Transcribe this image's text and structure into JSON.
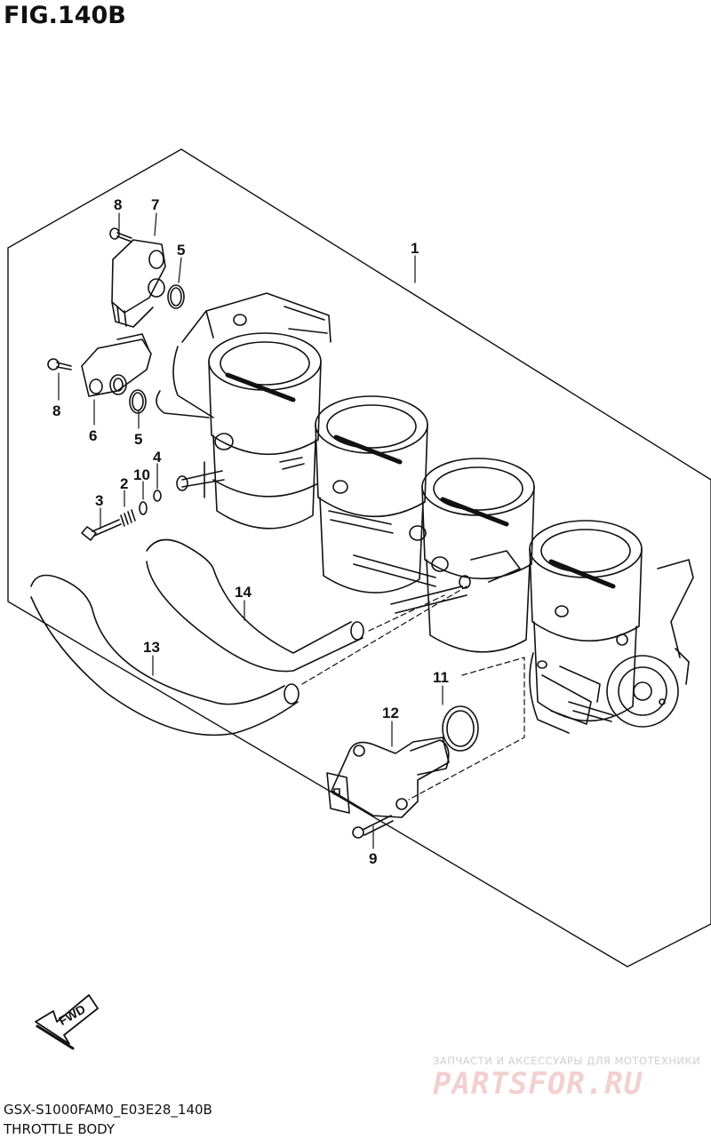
{
  "figure": {
    "title": "FIG.140B"
  },
  "callouts": {
    "c1": "1",
    "c2": "2",
    "c3": "3",
    "c4": "4",
    "c5a": "5",
    "c5b": "5",
    "c6": "6",
    "c7": "7",
    "c8a": "8",
    "c8b": "8",
    "c9": "9",
    "c10": "10",
    "c11": "11",
    "c12": "12",
    "c13": "13",
    "c14": "14"
  },
  "fwd_arrow": {
    "label": "FWD"
  },
  "footer": {
    "code": "GSX-S1000FAM0_E03E28_140B",
    "name": "THROTTLE BODY"
  },
  "watermark": {
    "tagline": "ЗАПЧАСТИ И АКСЕССУАРЫ ДЛЯ МОТОТЕХНИКИ",
    "brand": "PARTSFOR.RU"
  }
}
